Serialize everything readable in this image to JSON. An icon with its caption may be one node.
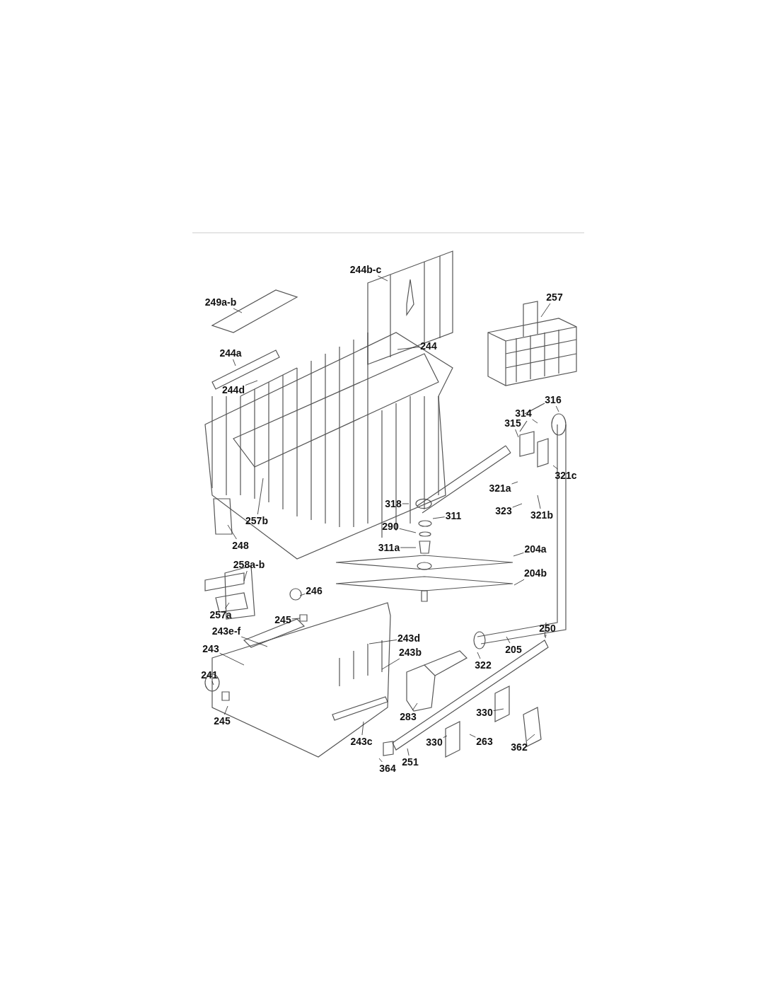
{
  "diagram": {
    "nodes": [
      {
        "text": [
          "**244**b-c"
        ]
      },
      {
        "text": [
          "**249**a-b"
        ]
      },
      {
        "text": [
          "257"
        ]
      },
      {
        "text": [
          "**244**a"
        ]
      },
      {
        "text": [
          "244"
        ]
      },
      {
        "text": [
          "**244**d"
        ]
      },
      {
        "text": [
          "316"
        ]
      },
      {
        "text": [
          "314"
        ]
      },
      {
        "text": [
          "315"
        ]
      },
      {
        "text": [
          "321a"
        ]
      },
      {
        "text": [
          "321c"
        ]
      },
      {
        "text": [
          "318"
        ]
      },
      {
        "text": [
          "323"
        ]
      },
      {
        "text": [
          "321b"
        ]
      },
      {
        "text": [
          "311"
        ]
      },
      {
        "text": [
          "**257**b"
        ]
      },
      {
        "text": [
          "290"
        ]
      },
      {
        "text": [
          "248"
        ]
      },
      {
        "text": [
          "311a"
        ]
      },
      {
        "text": [
          "204a"
        ]
      },
      {
        "text": [
          "**258**a-b"
        ]
      },
      {
        "text": [
          "204b"
        ]
      },
      {
        "text": [
          "246"
        ]
      },
      {
        "text": [
          "257a"
        ]
      },
      {
        "text": [
          "245"
        ]
      },
      {
        "text": [
          "250"
        ]
      },
      {
        "text": [
          "**243**e-f"
        ]
      },
      {
        "text": [
          "**243**d"
        ]
      },
      {
        "text": [
          "243"
        ]
      },
      {
        "text": [
          "205"
        ]
      },
      {
        "text": [
          "**243**b"
        ]
      },
      {
        "text": [
          "322"
        ]
      },
      {
        "text": [
          "241"
        ]
      },
      {
        "text": [
          "245"
        ]
      },
      {
        "text": [
          "283"
        ]
      },
      {
        "text": [
          "330"
        ]
      },
      {
        "text": [
          "**243**c"
        ]
      },
      {
        "text": [
          "263"
        ]
      },
      {
        "text": [
          "330"
        ]
      },
      {
        "text": [
          "362"
        ]
      },
      {
        "text": [
          "251"
        ]
      },
      {
        "text": [
          "364"
        ]
      }
    ],
    "edges": [
      {
        "from": 0,
        "to": null,
        "arrow": "none"
      },
      {
        "from": 1,
        "to": null,
        "arrow": "none"
      },
      {
        "from": 2,
        "to": null,
        "arrow": "none"
      },
      {
        "from": 3,
        "to": null,
        "arrow": "none"
      },
      {
        "from": 4,
        "to": null,
        "arrow": "none"
      },
      {
        "from": 5,
        "to": null,
        "arrow": "none"
      },
      {
        "from": 6,
        "to": null,
        "arrow": "none"
      },
      {
        "from": 7,
        "to": null,
        "arrow": "none"
      },
      {
        "from": 8,
        "to": null,
        "arrow": "none"
      },
      {
        "from": 9,
        "to": null,
        "arrow": "none"
      },
      {
        "from": 10,
        "to": null,
        "arrow": "none"
      },
      {
        "from": 11,
        "to": null,
        "arrow": "none"
      },
      {
        "from": 12,
        "to": null,
        "arrow": "none"
      },
      {
        "from": 13,
        "to": null,
        "arrow": "none"
      },
      {
        "from": 14,
        "to": null,
        "arrow": "none"
      },
      {
        "from": 15,
        "to": null,
        "arrow": "none"
      },
      {
        "from": 16,
        "to": null,
        "arrow": "none"
      },
      {
        "from": 17,
        "to": null,
        "arrow": "none"
      },
      {
        "from": 18,
        "to": null,
        "arrow": "none"
      },
      {
        "from": 19,
        "to": null,
        "arrow": "none"
      },
      {
        "from": 20,
        "to": null,
        "arrow": "none"
      },
      {
        "from": 21,
        "to": null,
        "arrow": "none"
      },
      {
        "from": 22,
        "to": null,
        "arrow": "none"
      },
      {
        "from": 23,
        "to": null,
        "arrow": "none"
      },
      {
        "from": 24,
        "to": null,
        "arrow": "none"
      },
      {
        "from": 25,
        "to": null,
        "arrow": "none"
      },
      {
        "from": 26,
        "to": null,
        "arrow": "none"
      },
      {
        "from": 27,
        "to": null,
        "arrow": "none"
      },
      {
        "from": 28,
        "to": null,
        "arrow": "none"
      },
      {
        "from": 29,
        "to": null,
        "arrow": "none"
      },
      {
        "from": 30,
        "to": null,
        "arrow": "none"
      },
      {
        "from": 31,
        "to": null,
        "arrow": "none"
      },
      {
        "from": 32,
        "to": null,
        "arrow": "none"
      },
      {
        "from": 33,
        "to": null,
        "arrow": "none"
      },
      {
        "from": 34,
        "to": null,
        "arrow": "none"
      },
      {
        "from": 35,
        "to": null,
        "arrow": "none"
      },
      {
        "from": 36,
        "to": null,
        "arrow": "none"
      },
      {
        "from": 37,
        "to": null,
        "arrow": "none"
      },
      {
        "from": 38,
        "to": null,
        "arrow": "none"
      },
      {
        "from": 39,
        "to": null,
        "arrow": "none"
      },
      {
        "from": 40,
        "to": null,
        "arrow": "none"
      },
      {
        "from": 41,
        "to": null,
        "arrow": "none"
      }
    ]
  }
}
